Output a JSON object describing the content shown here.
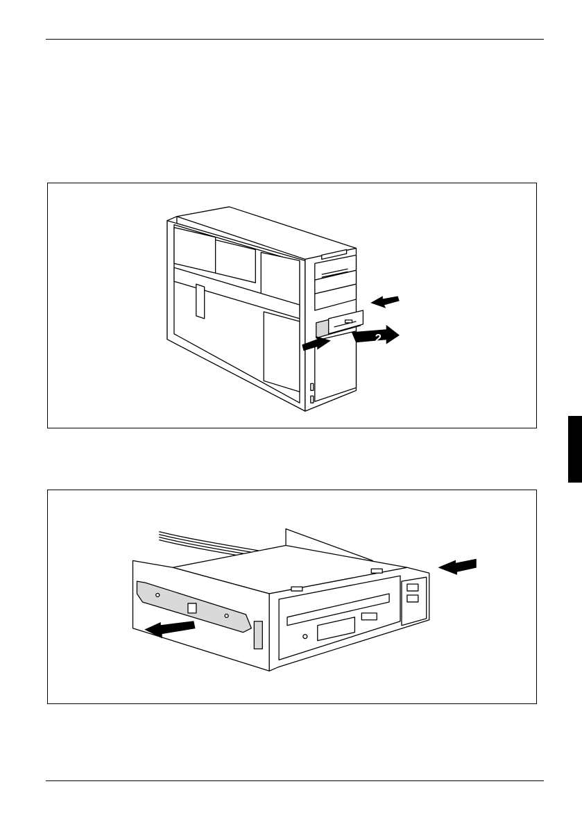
{
  "figures": [
    {
      "id": "fig1",
      "callout_label": "2"
    },
    {
      "id": "fig2"
    }
  ],
  "colors": {
    "ink": "#000000",
    "paper": "#ffffff",
    "shade": "#d9d9d9"
  }
}
